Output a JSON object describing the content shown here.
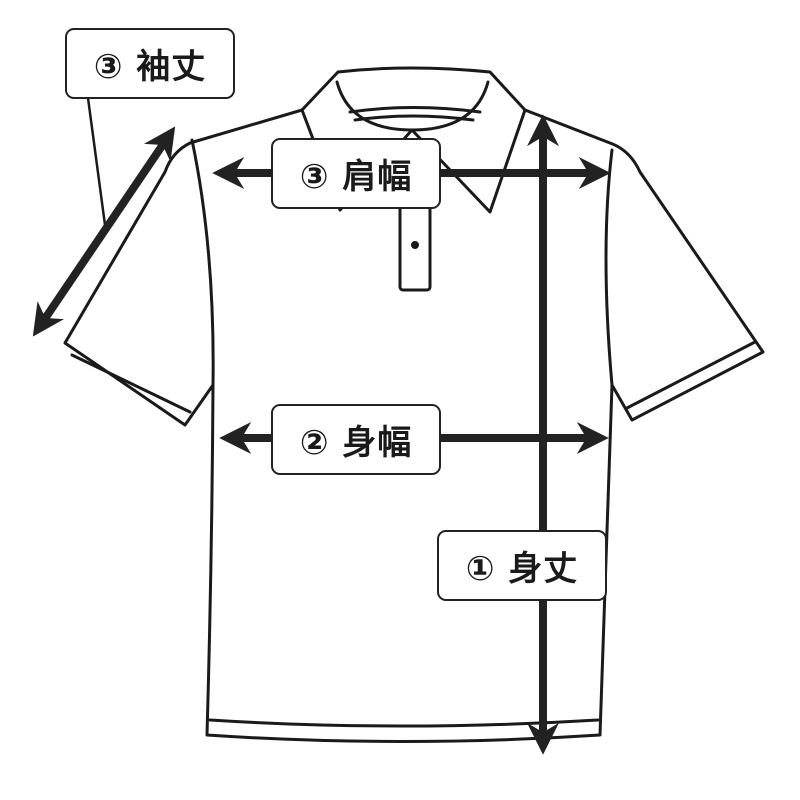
{
  "labels": {
    "sleeve_length": "③ 袖丈",
    "shoulder_width": "③ 肩幅",
    "body_width": "② 身幅",
    "body_length": "① 身丈"
  },
  "colors": {
    "line": "#1a1a1a",
    "arrow": "#222222",
    "background": "#ffffff"
  }
}
